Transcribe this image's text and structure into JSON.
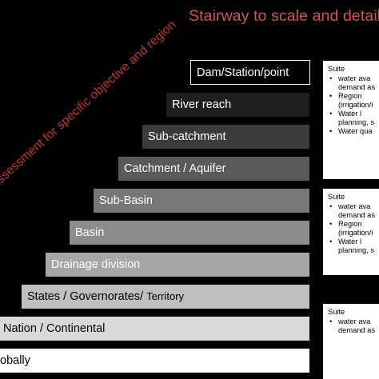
{
  "title": "Stairway to scale and detail",
  "diagonal_text": "assessment for specific objective and region",
  "steps": [
    {
      "label": "Dam/Station/point",
      "color": "#000000",
      "text_color": "#ffffff"
    },
    {
      "label": "River reach",
      "color": "#1f1f1f",
      "text_color": "#ffffff"
    },
    {
      "label": "Sub-catchment",
      "color": "#3b3b3b",
      "text_color": "#ffffff"
    },
    {
      "label": "Catchment / Aquifer",
      "color": "#595959",
      "text_color": "#ffffff"
    },
    {
      "label": "Sub-Basin",
      "color": "#777777",
      "text_color": "#ffffff"
    },
    {
      "label": "Basin",
      "color": "#8c8c8c",
      "text_color": "#ffffff"
    },
    {
      "label": "Drainage division",
      "color": "#a6a6a6",
      "text_color": "#ffffff"
    },
    {
      "label": "States / Governorates/ ",
      "label_small": "Territory",
      "color": "#bfbfbf",
      "text_color": "#000000"
    },
    {
      "label": "Nation / Continental",
      "color": "#d9d9d9",
      "text_color": "#000000"
    },
    {
      "label": "obally",
      "color": "#ffffff",
      "text_color": "#000000"
    }
  ],
  "panels": [
    {
      "heading": "Suite",
      "items": [
        "water ava",
        "demand as",
        "Region",
        "(irrigation/i",
        "Water l",
        "planning, s",
        "Water qua"
      ]
    },
    {
      "heading": "Suite",
      "items": [
        "water ava",
        "demand as",
        "Region",
        "(irrigation/i",
        "Water l",
        "planning, s"
      ]
    },
    {
      "heading": "Suite",
      "items": [
        "water ava",
        "demand as"
      ]
    }
  ],
  "bullet_continuations": [
    [
      "demand as",
      "(irrigation/i",
      "planning, s"
    ],
    [
      "demand as",
      "(irrigation/i",
      "planning, s"
    ],
    [
      "demand as"
    ]
  ]
}
